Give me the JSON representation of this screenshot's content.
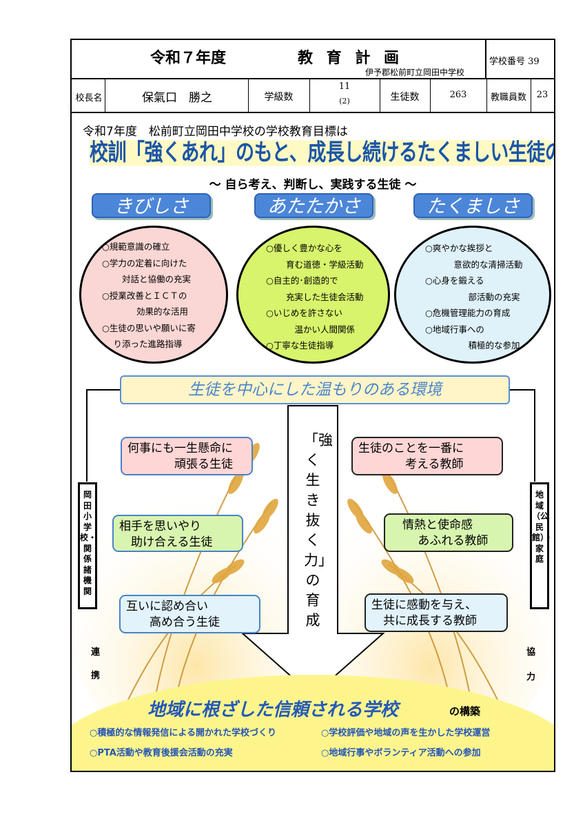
{
  "header": {
    "year_label": "令和７年度",
    "plan_title": "教 育 計 画",
    "school_name": "伊予郡松前町立岡田中学校",
    "school_no_label": "学校番号 39",
    "principal_label": "校長名",
    "principal_name": "保氣口　勝之",
    "classes_label": "学級数",
    "classes_value": "11",
    "classes_sub": "(2)",
    "students_label": "生徒数",
    "students_value": "263",
    "staff_label": "教職員数",
    "staff_value": "23"
  },
  "goal": {
    "heading": "令和7年度　松前町立岡田中学校の学校教育目標は",
    "motto": "校訓「強くあれ」のもと、成長し続けるたくましい生徒の育成",
    "subtitle": "～ 自ら考え、判断し、実践する生徒 ～"
  },
  "pillars": [
    {
      "title": "きびしさ",
      "color": "#fad7d4",
      "items": "○規範意識の確立\n○学力の定着に向けた\n　 　対話と協働の充実\n○授業改善とＩＣＴの\n　　　　効果的な活用\n○生徒の思いや願いに寄\n　 り添った進路指導"
    },
    {
      "title": "あたたかさ",
      "color": "#d7f46c",
      "items": "○優しく豊かな心を\n　　 育む道徳・学級活動\n○自主的･創造的で\n　　 充実した生徒会活動\n○いじめを許さない\n　　　 温かい人間関係\n○丁寧な生徒指導"
    },
    {
      "title": "たくましさ",
      "color": "#dff1f9",
      "items": "○爽やかな挨拶と\n　　　 意欲的な清掃活動\n○心身を鍛える\n　　　　　部活動の充実\n○危機管理能力の育成\n○地域行事への\n　　　　　積極的な参加"
    }
  ],
  "environment": "生徒を中心にした温もりのある環境",
  "students": [
    "何事にも一生懸命に\n　　　　頑張る生徒",
    "相手を思いやり\n　助け合える生徒",
    "互いに認め合い\n　　高め合う生徒"
  ],
  "teachers": [
    "生徒のことを一番に\n　　　　考える教師",
    "　情熱と使命感\n　　 あふれる教師",
    "生徒に感動を与え、\n　共に成長する教師"
  ],
  "center_text": "「強く生き抜く力」の育成",
  "left_partner": "岡田小学校・関係諸機関",
  "right_partner": "地域（公民館）・家庭",
  "left_relation": [
    "連",
    "携"
  ],
  "right_relation": [
    "協",
    "力"
  ],
  "bottom": {
    "title": "地域に根ざした信頼される学校",
    "title_suffix": "の構築",
    "items": [
      "○積極的な情報発信による開かれた学校づくり",
      "○学校評価や地域の声を生かした学校運営",
      "○PTA活動や教育後援会活動の充実",
      "○地域行事やボランティア活動への参加"
    ]
  }
}
